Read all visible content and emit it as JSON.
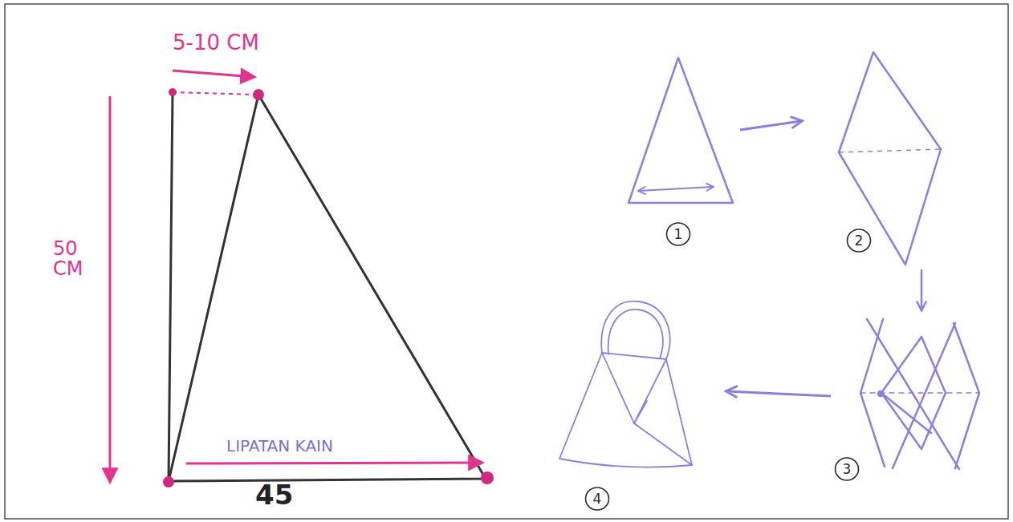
{
  "diagram": {
    "nodes": [
      {
        "text": [
          "1"
        ]
      },
      {
        "text": [
          "2"
        ]
      },
      {
        "text": [
          "3"
        ]
      },
      {
        "text": [
          "4"
        ]
      }
    ],
    "labels": [
      "5-10 CM",
      "50 CM",
      "LIPATAN KAIN",
      "45"
    ]
  }
}
